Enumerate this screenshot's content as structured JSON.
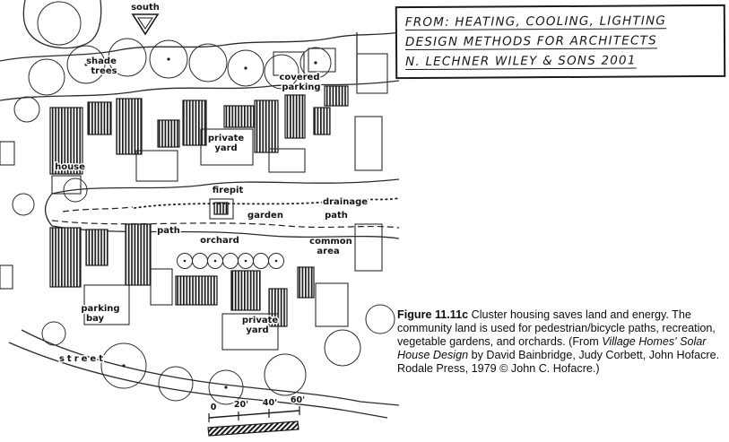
{
  "source_note": {
    "lines": [
      "FROM: HEATING, COOLING, LIGHTING",
      "DESIGN METHODS FOR ARCHITECTS",
      "N. LECHNER   WILEY & SONS   2001"
    ]
  },
  "plan": {
    "labels": {
      "south": "south",
      "shade_line1": "shade",
      "shade_line2": "trees",
      "covered_line1": "covered",
      "covered_line2": "parking",
      "private_yard_upper_line1": "private",
      "private_yard_upper_line2": "yard",
      "house": "house",
      "firepit": "firepit",
      "garden": "garden",
      "drainage": "drainage",
      "drainage_path": "path",
      "path": "path",
      "orchard": "orchard",
      "common_line1": "common",
      "common_line2": "area",
      "parking_bay_line1": "parking",
      "parking_bay_line2": "bay",
      "private_yard_lower_line1": "private",
      "private_yard_lower_line2": "yard",
      "street": "street"
    },
    "scale": {
      "t0": "0",
      "t20": "20'",
      "t40": "40'",
      "t60": "60'"
    }
  },
  "caption": {
    "figure_label": "Figure 11.11c",
    "body_1": "  Cluster housing saves land and energy. The community land is used for pedestrian/bicycle paths, recreation, vegetable gardens, and orchards. (From ",
    "book_title": "Village Homes' Solar House Design",
    "body_2": " by David Bainbridge, Judy Corbett, John Hofacre. Rodale Press, 1979 © John C. Hofacre.)"
  }
}
